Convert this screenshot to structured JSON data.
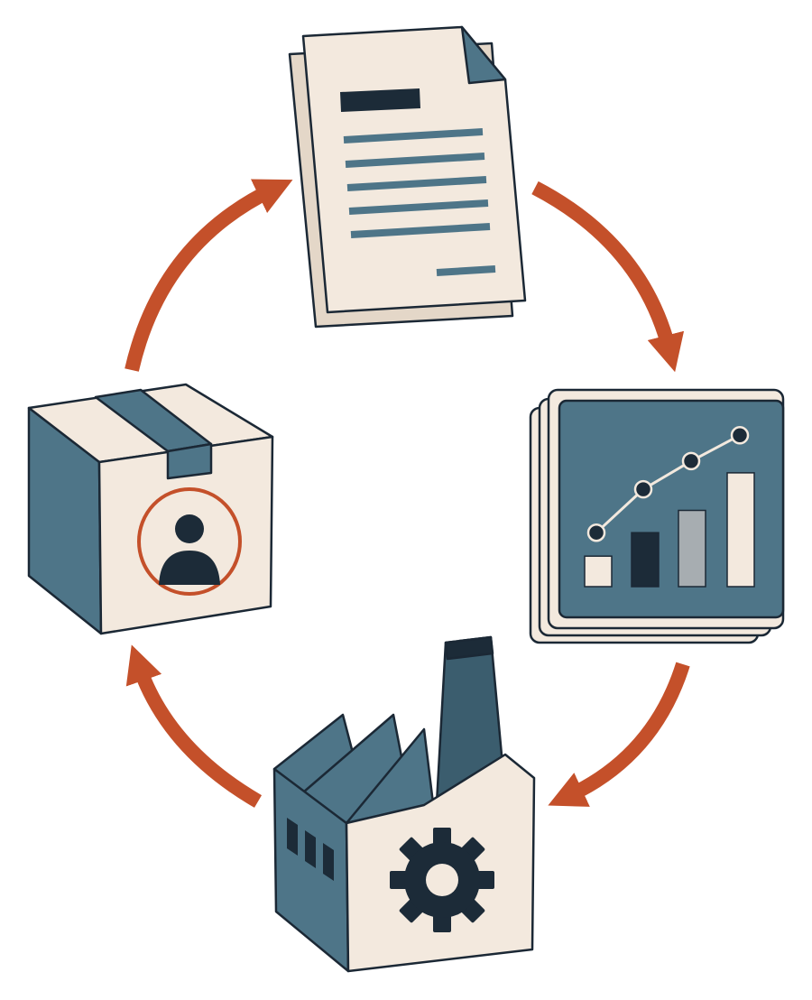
{
  "diagram": {
    "type": "cycle",
    "direction": "clockwise",
    "nodes": [
      {
        "id": "document",
        "icon": "document-stack-icon"
      },
      {
        "id": "analytics",
        "icon": "analytics-chart-icon"
      },
      {
        "id": "factory",
        "icon": "factory-gear-icon"
      },
      {
        "id": "package",
        "icon": "customer-package-icon"
      }
    ],
    "edges": [
      {
        "from": "document",
        "to": "analytics"
      },
      {
        "from": "analytics",
        "to": "factory"
      },
      {
        "from": "factory",
        "to": "package"
      },
      {
        "from": "package",
        "to": "document"
      }
    ],
    "embedded_chart": {
      "type": "bar",
      "bars": [
        0.26,
        0.46,
        0.65,
        0.97
      ],
      "line_points": [
        0.46,
        0.83,
        1.07,
        1.29
      ]
    }
  },
  "colors": {
    "outline": "#1b2835",
    "steel_blue": "#4e7588",
    "steel_blue_dark": "#3b5d6e",
    "cream": "#f3e9de",
    "cream_shadow": "#e4d7c8",
    "arrow": "#c4502a",
    "navy": "#1c2b38",
    "gray_bar": "#a7adb1"
  }
}
